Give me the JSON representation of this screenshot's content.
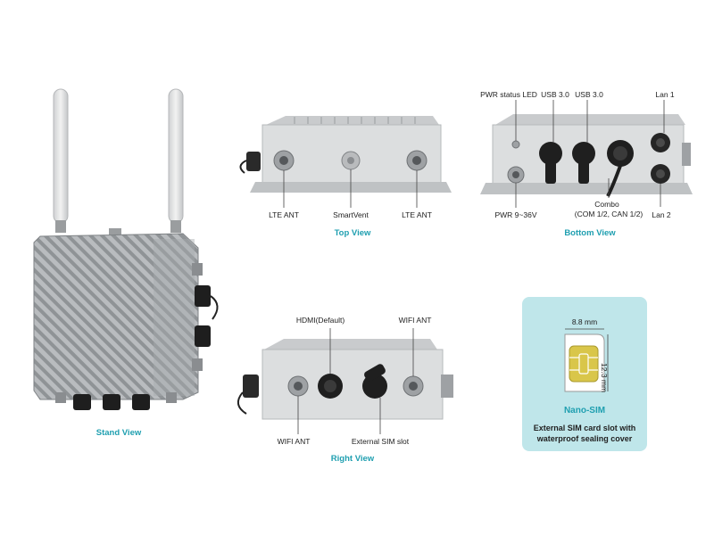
{
  "views": {
    "stand": {
      "caption": "Stand View"
    },
    "top": {
      "caption": "Top View",
      "labels": {
        "lte_left": "LTE ANT",
        "smartvent": "SmartVent",
        "lte_right": "LTE ANT"
      }
    },
    "bottom": {
      "caption": "Bottom View",
      "labels": {
        "pwr_led": "PWR status LED",
        "usb1": "USB 3.0",
        "usb2": "USB 3.0",
        "lan1": "Lan 1",
        "pwr": "PWR 9~36V",
        "combo_line1": "Combo",
        "combo_line2": "(COM 1/2, CAN 1/2)",
        "lan2": "Lan 2"
      }
    },
    "right": {
      "caption": "Right View",
      "labels": {
        "hdmi": "HDMI(Default)",
        "wifi_top": "WIFI ANT",
        "wifi_bottom": "WIFI ANT",
        "sim_slot": "External SIM slot"
      }
    }
  },
  "sim": {
    "width_label": "8.8 mm",
    "height_label": "12.3 mm",
    "name": "Nano-SIM",
    "description": "External SIM card slot with waterproof sealing cover"
  },
  "colors": {
    "accent": "#1f9fb0",
    "sim_bg": "#bfe6ea",
    "chip": "#d9c64a",
    "body_gray": "#d6d8da"
  }
}
